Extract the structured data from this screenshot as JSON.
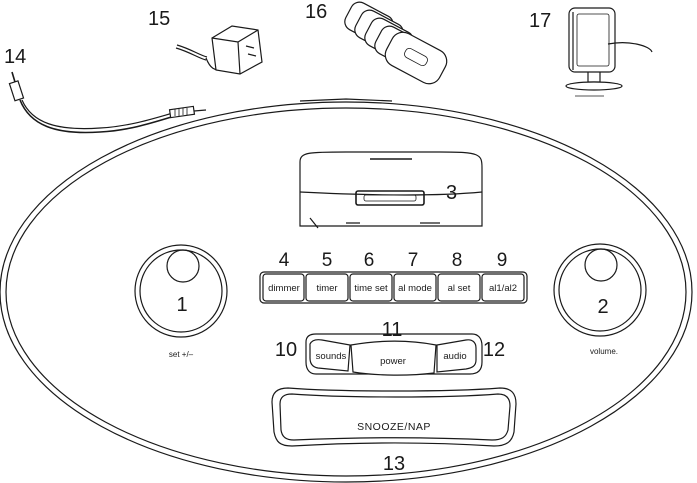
{
  "callouts": {
    "n1": "1",
    "n2": "2",
    "n3": "3",
    "n4": "4",
    "n5": "5",
    "n6": "6",
    "n7": "7",
    "n8": "8",
    "n9": "9",
    "n10": "10",
    "n11": "11",
    "n12": "12",
    "n13": "13",
    "n14": "14",
    "n15": "15",
    "n16": "16",
    "n17": "17"
  },
  "buttons": {
    "dimmer": "dimmer",
    "timer": "timer",
    "time_set": "time set",
    "al_mode": "al mode",
    "al_set": "al set",
    "al1_al2": "al1/al2",
    "sounds": "sounds",
    "power": "power",
    "audio": "audio",
    "snooze": "SNOOZE/NAP"
  },
  "knobs": {
    "left_label": "set +/–",
    "right_label": "volume."
  }
}
